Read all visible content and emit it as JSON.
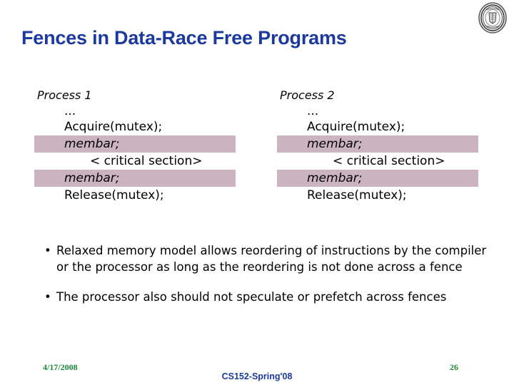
{
  "slide": {
    "title": "Fences in Data-Race Free Programs",
    "title_color": "#1c3a9e",
    "background_color": "#ffffff",
    "logo_name": "university-seal-logo"
  },
  "code_block": {
    "highlight_color": "#cbb4bf",
    "columns": [
      {
        "header": "Process 1",
        "lines": [
          {
            "text": "...",
            "style": "plain",
            "indent": 1,
            "highlight": false
          },
          {
            "text": "Acquire(mutex);",
            "style": "plain",
            "indent": 1,
            "highlight": false
          },
          {
            "text": "membar;",
            "style": "italic",
            "indent": 1,
            "highlight": true
          },
          {
            "text": "< critical section>",
            "style": "plain",
            "indent": 2,
            "highlight": false
          },
          {
            "text": "membar;",
            "style": "italic",
            "indent": 1,
            "highlight": true
          },
          {
            "text": "Release(mutex);",
            "style": "plain",
            "indent": 1,
            "highlight": false
          }
        ]
      },
      {
        "header": "Process 2",
        "lines": [
          {
            "text": "...",
            "style": "plain",
            "indent": 1,
            "highlight": false
          },
          {
            "text": "Acquire(mutex);",
            "style": "plain",
            "indent": 1,
            "highlight": false
          },
          {
            "text": "membar;",
            "style": "italic",
            "indent": 1,
            "highlight": true
          },
          {
            "text": "< critical section>",
            "style": "plain",
            "indent": 2,
            "highlight": false
          },
          {
            "text": "membar;",
            "style": "italic",
            "indent": 1,
            "highlight": true
          },
          {
            "text": "Release(mutex);",
            "style": "plain",
            "indent": 1,
            "highlight": false
          }
        ]
      }
    ]
  },
  "bullets": [
    {
      "marker": "•",
      "text": "Relaxed memory model allows reordering of instructions by the compiler or the processor as long as the reordering is not done across a fence"
    },
    {
      "marker": "•",
      "text": "The processor also should not speculate or prefetch across fences"
    }
  ],
  "footer": {
    "date": "4/17/2008",
    "date_color": "#1b8a36",
    "course": "CS152-Spring'08",
    "course_color": "#1c3a9e",
    "page_number": "26",
    "page_color": "#1b8a36"
  }
}
